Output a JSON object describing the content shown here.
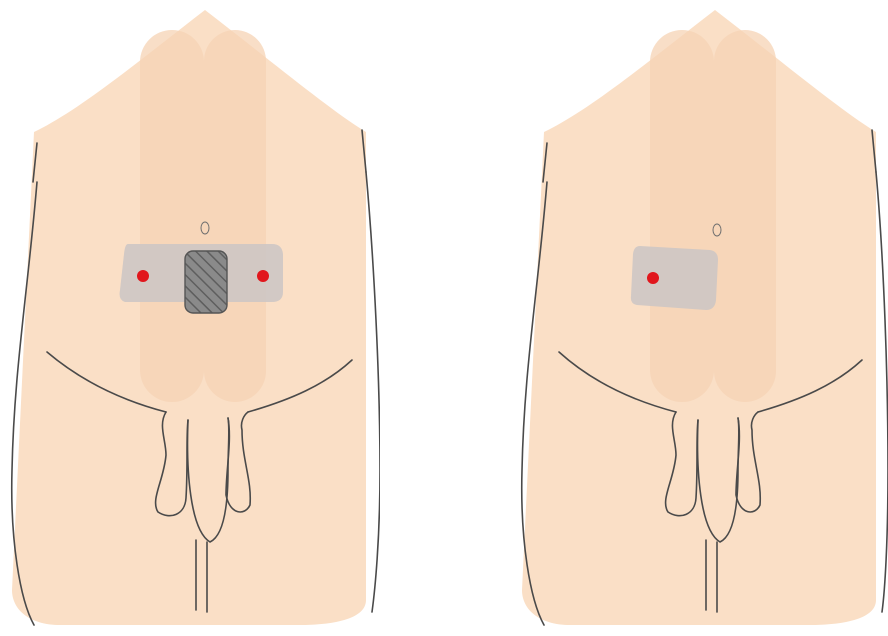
{
  "figures": [
    {
      "id": "left",
      "patch": "double",
      "electrodes": 2,
      "center_pad": true
    },
    {
      "id": "right",
      "patch": "single",
      "electrodes": 1,
      "center_pad": false
    }
  ],
  "colors": {
    "skin": "#fadfc6",
    "skin_shadow": "#f6d3b4",
    "outline": "#4a4a4a",
    "patch": "#cdc6c4",
    "electrode": "#e1161c",
    "pad": "#808080",
    "pad_hatch": "#5e5e5e"
  },
  "icons": [
    "torso-outline",
    "abdominal-patch",
    "red-electrode-dot",
    "hatched-gel-pad"
  ]
}
